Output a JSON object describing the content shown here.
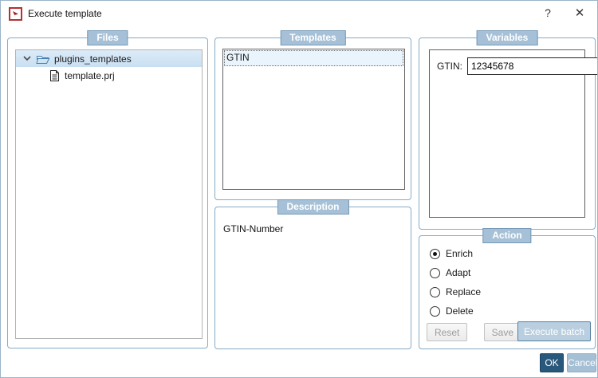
{
  "window": {
    "title": "Execute template",
    "help_label": "?",
    "close_label": "✕"
  },
  "panels": {
    "files": {
      "label": "Files",
      "tree": [
        {
          "name": "plugins_templates",
          "type": "folder",
          "expanded": true,
          "selected": true
        },
        {
          "name": "template.prj",
          "type": "file"
        }
      ]
    },
    "templates": {
      "label": "Templates",
      "items": [
        {
          "name": "GTIN",
          "selected": true
        }
      ]
    },
    "description": {
      "label": "Description",
      "text": "GTIN-Number"
    },
    "variables": {
      "label": "Variables",
      "fields": [
        {
          "label": "GTIN:",
          "value": "12345678"
        }
      ]
    },
    "action": {
      "label": "Action",
      "options": [
        {
          "label": "Enrich",
          "selected": true
        },
        {
          "label": "Adapt",
          "selected": false
        },
        {
          "label": "Replace",
          "selected": false
        },
        {
          "label": "Delete",
          "selected": false
        }
      ],
      "buttons": {
        "reset": "Reset",
        "save": "Save",
        "execute_batch": "Execute batch"
      }
    }
  },
  "footer": {
    "ok": "OK",
    "cancel": "Cancel"
  },
  "colors": {
    "badge_bg": "#a6c1d7",
    "panel_border": "#86abc6",
    "ok_bg": "#29587d",
    "cancel_bg": "#a5bfd4",
    "execute_bg": "#b9cfe0",
    "selection_bg": "#cfe3f4",
    "icon_red": "#b5302f"
  }
}
